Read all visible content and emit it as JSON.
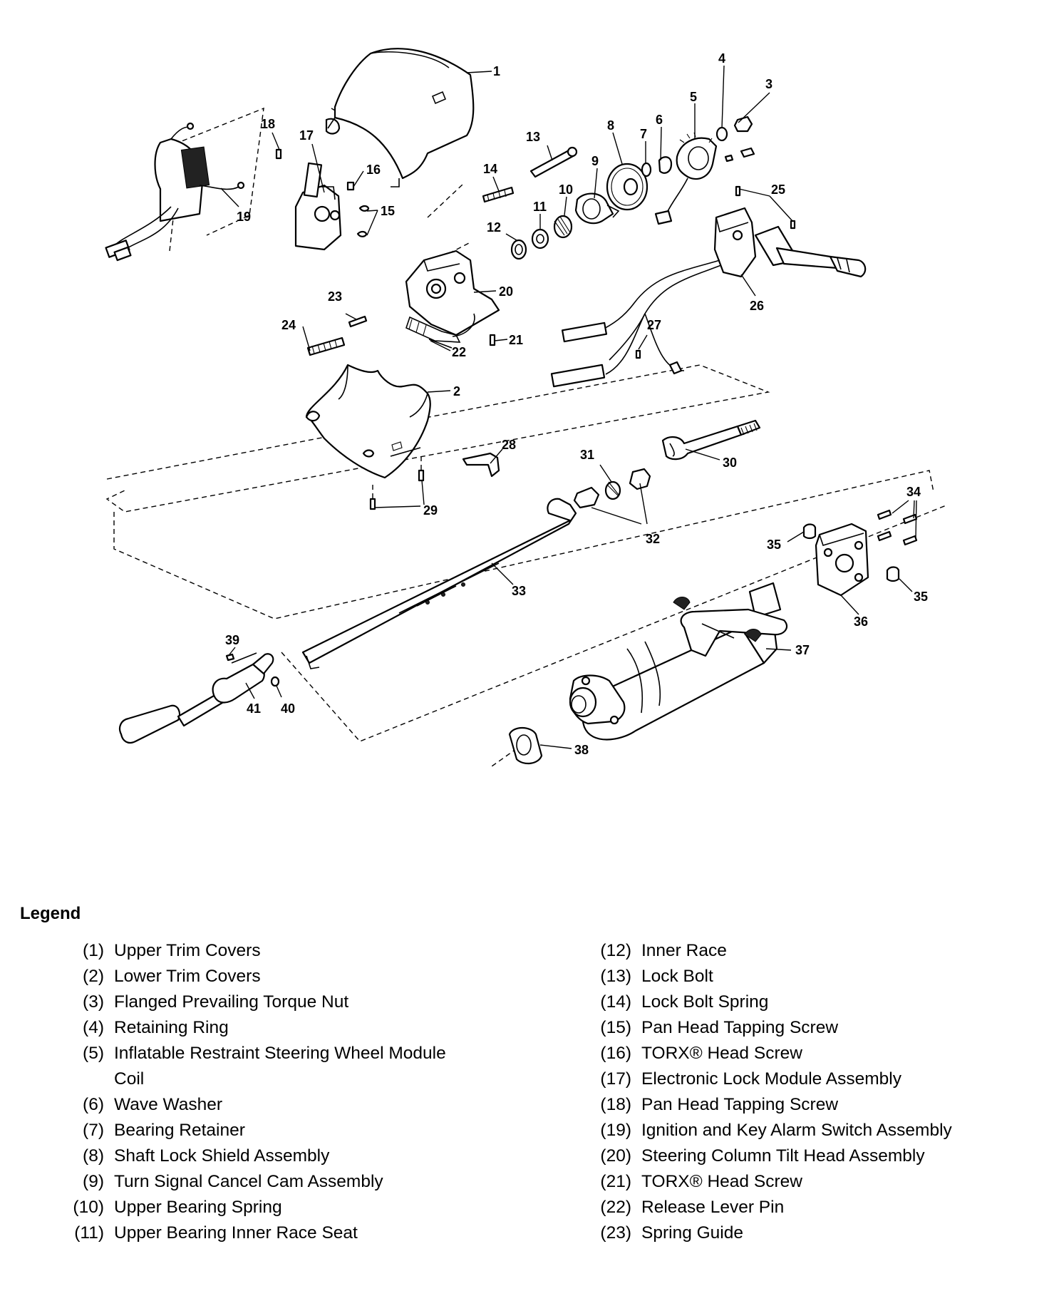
{
  "diagram": {
    "callouts": [
      "1",
      "2",
      "3",
      "4",
      "5",
      "6",
      "7",
      "8",
      "9",
      "10",
      "11",
      "12",
      "13",
      "14",
      "15",
      "16",
      "17",
      "18",
      "19",
      "20",
      "21",
      "22",
      "23",
      "24",
      "25",
      "26",
      "27",
      "28",
      "29",
      "30",
      "31",
      "32",
      "33",
      "34",
      "35",
      "35",
      "36",
      "37",
      "38",
      "39",
      "40",
      "41"
    ]
  },
  "legend": {
    "title": "Legend",
    "left": [
      {
        "num": "(1)",
        "text": "Upper Trim Covers"
      },
      {
        "num": "(2)",
        "text": "Lower Trim Covers"
      },
      {
        "num": "(3)",
        "text": "Flanged Prevailing Torque Nut"
      },
      {
        "num": "(4)",
        "text": "Retaining Ring"
      },
      {
        "num": "(5)",
        "text": "Inflatable Restraint Steering Wheel Module Coil"
      },
      {
        "num": "(6)",
        "text": "Wave Washer"
      },
      {
        "num": "(7)",
        "text": "Bearing Retainer"
      },
      {
        "num": "(8)",
        "text": "Shaft Lock Shield Assembly"
      },
      {
        "num": "(9)",
        "text": "Turn Signal Cancel Cam Assembly"
      },
      {
        "num": "(10)",
        "text": "Upper Bearing Spring"
      },
      {
        "num": "(11)",
        "text": "Upper Bearing Inner Race Seat"
      }
    ],
    "right": [
      {
        "num": "(12)",
        "text": "Inner Race"
      },
      {
        "num": "(13)",
        "text": "Lock Bolt"
      },
      {
        "num": "(14)",
        "text": "Lock Bolt Spring"
      },
      {
        "num": "(15)",
        "text": "Pan Head Tapping Screw"
      },
      {
        "num": "(16)",
        "text": "TORX® Head Screw"
      },
      {
        "num": "(17)",
        "text": "Electronic Lock Module Assembly"
      },
      {
        "num": "(18)",
        "text": "Pan Head Tapping Screw"
      },
      {
        "num": "(19)",
        "text": "Ignition and Key Alarm Switch Assembly"
      },
      {
        "num": "(20)",
        "text": "Steering Column Tilt Head Assembly"
      },
      {
        "num": "(21)",
        "text": "TORX® Head Screw"
      },
      {
        "num": "(22)",
        "text": "Release Lever Pin"
      },
      {
        "num": "(23)",
        "text": "Spring Guide"
      }
    ]
  }
}
